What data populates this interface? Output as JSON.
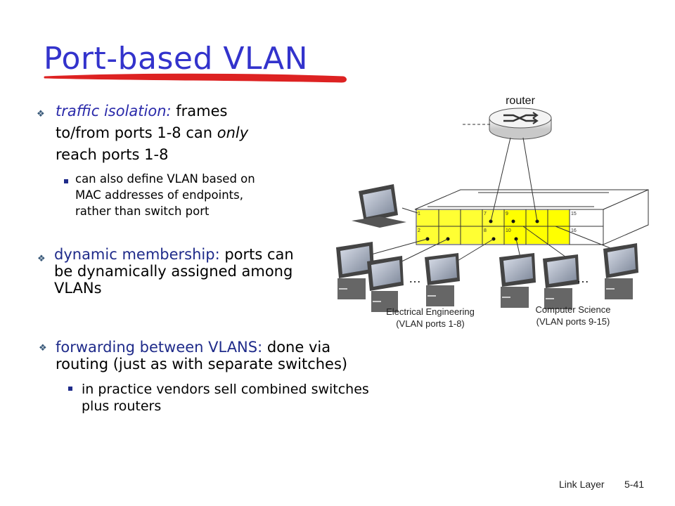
{
  "slide": {
    "title": "Port-based VLAN",
    "bullets": {
      "b1": {
        "kw": "traffic isolation:",
        "text1": " frames",
        "line2_pre": "to/from ports 1-8 can ",
        "line2_it": "only",
        "line3": "reach ports 1-8"
      },
      "b1_sub": [
        "can also define VLAN based on",
        "MAC addresses of endpoints,",
        "rather than switch port"
      ],
      "b2": {
        "kw": "dynamic membership:",
        "text1": " ports can",
        "line2": "be dynamically assigned among",
        "line3": "VLANs"
      },
      "b3": {
        "kw": "forwarding between VLANS:",
        "text1": " done via",
        "line2": "routing (just as with separate switches)"
      },
      "b3_sub": [
        "in practice vendors sell combined switches",
        "plus routers"
      ]
    },
    "diagram": {
      "router_label": "router",
      "port_numbers": [
        "1",
        "7",
        "9",
        "15",
        "2",
        "8",
        "10",
        "16"
      ],
      "ellipsis_left": "…",
      "ellipsis_right": "…",
      "group_left": {
        "line1": "Electrical Engineering",
        "line2": "(VLAN ports 1-8)"
      },
      "group_right": {
        "line1": "Computer Science",
        "line2": "(VLAN ports 9-15)"
      },
      "colors": {
        "ee_ports": "#ffff33",
        "cs_ports": "#ffff00",
        "router_body": "#f2f2f2"
      }
    },
    "footer": {
      "left": "Link Layer",
      "right": "5-41"
    }
  }
}
